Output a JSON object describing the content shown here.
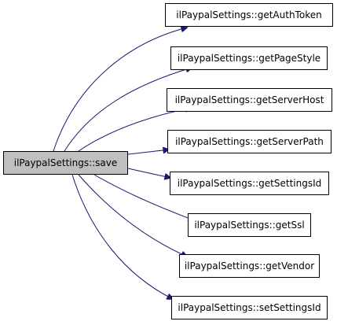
{
  "graph": {
    "edge_color": "#191970",
    "root_fill": "#bfbfbf",
    "root": {
      "label": "ilPaypalSettings::save"
    },
    "callees": [
      {
        "label": "ilPaypalSettings::getAuthToken"
      },
      {
        "label": "ilPaypalSettings::getPageStyle"
      },
      {
        "label": "ilPaypalSettings::getServerHost"
      },
      {
        "label": "ilPaypalSettings::getServerPath"
      },
      {
        "label": "ilPaypalSettings::getSettingsId"
      },
      {
        "label": "ilPaypalSettings::getSsl"
      },
      {
        "label": "ilPaypalSettings::getVendor"
      },
      {
        "label": "ilPaypalSettings::setSettingsId"
      }
    ]
  }
}
